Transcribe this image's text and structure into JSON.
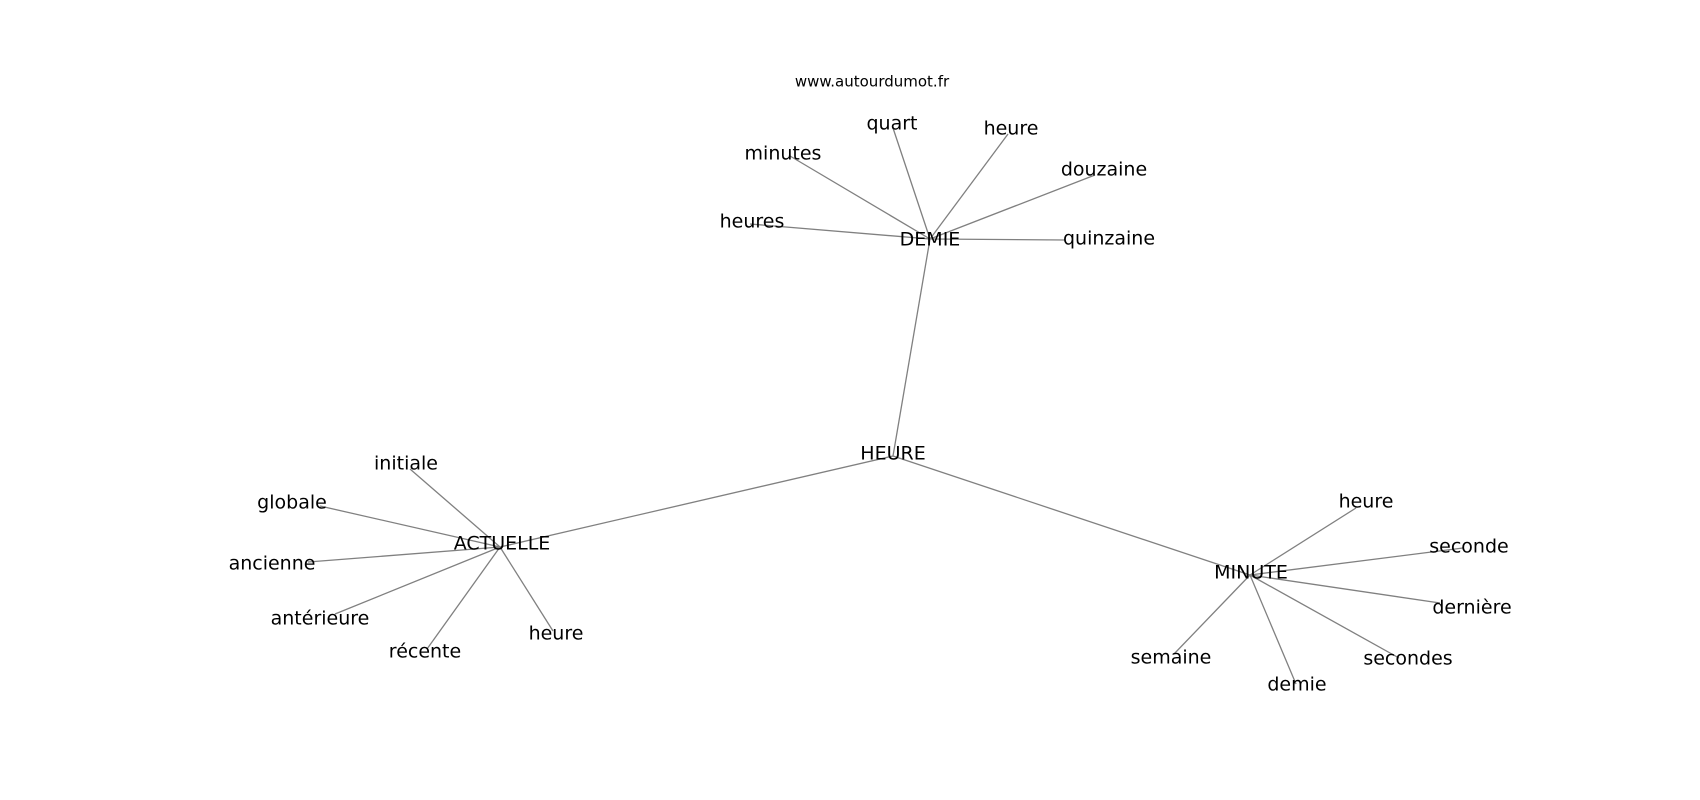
{
  "source": "www.autourdumot.fr",
  "center": "HEURE",
  "clusters": [
    {
      "hub": "DEMIE",
      "leaves": [
        "quart",
        "heure",
        "minutes",
        "douzaine",
        "heures",
        "quinzaine"
      ]
    },
    {
      "hub": "ACTUELLE",
      "leaves": [
        "initiale",
        "globale",
        "ancienne",
        "antérieure",
        "récente",
        "heure"
      ]
    },
    {
      "hub": "MINUTE",
      "leaves": [
        "heure",
        "seconde",
        "dernière",
        "secondes",
        "demie",
        "semaine"
      ]
    }
  ],
  "colors": {
    "edge": "#808080",
    "text": "#000000",
    "background": "#ffffff"
  }
}
